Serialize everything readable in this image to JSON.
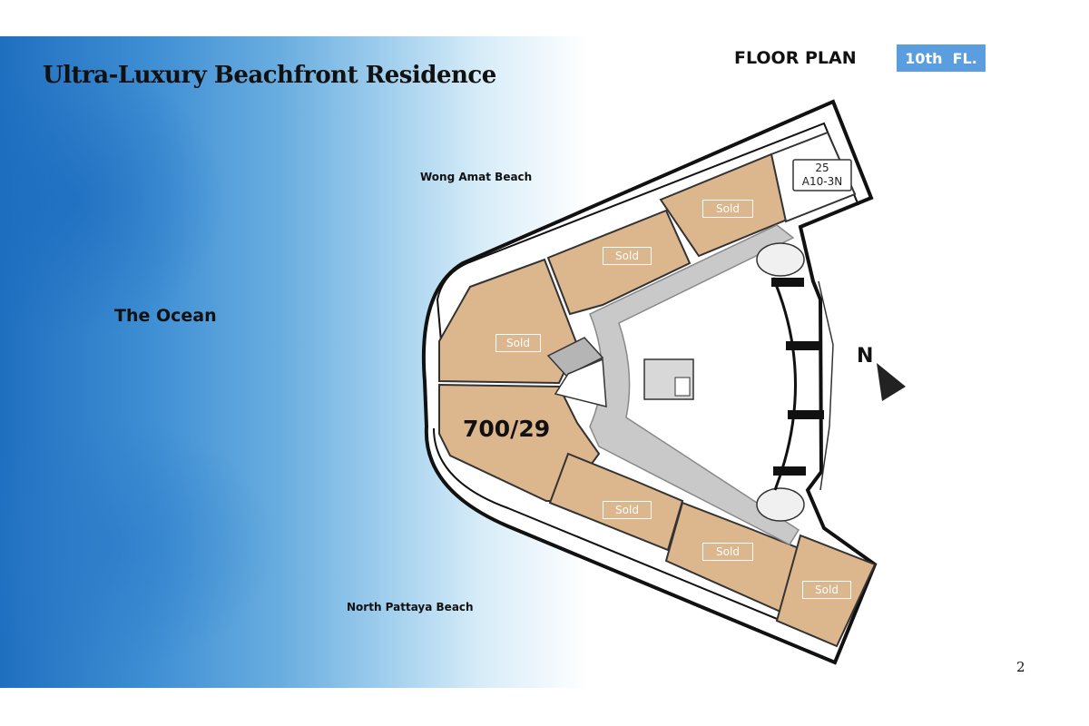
{
  "header": {
    "title": "Ultra-Luxury Beachfront Residence",
    "floor_plan_label": "FLOOR PLAN",
    "floor_badge": "10th  FL."
  },
  "labels": {
    "ocean": "The Ocean",
    "wong_amat": "Wong Amat Beach",
    "north_pattaya": "North Pattaya Beach"
  },
  "plan": {
    "units": [
      {
        "id": "unit-1",
        "status": "Sold"
      },
      {
        "id": "unit-2",
        "status": "Sold"
      },
      {
        "id": "unit-3",
        "status": "Sold"
      },
      {
        "id": "unit-4",
        "status": "Sold"
      },
      {
        "id": "unit-5",
        "status": "Sold"
      },
      {
        "id": "unit-6",
        "status": "Sold"
      }
    ],
    "available_unit": {
      "number": "25",
      "code": "A10-3N"
    },
    "featured_unit": "700/29",
    "north_label": "N",
    "colors": {
      "unit_fill": "#dcb68c",
      "corridor": "#c9c9c9",
      "badge": "#5a9ee0"
    }
  },
  "page_number": "2"
}
